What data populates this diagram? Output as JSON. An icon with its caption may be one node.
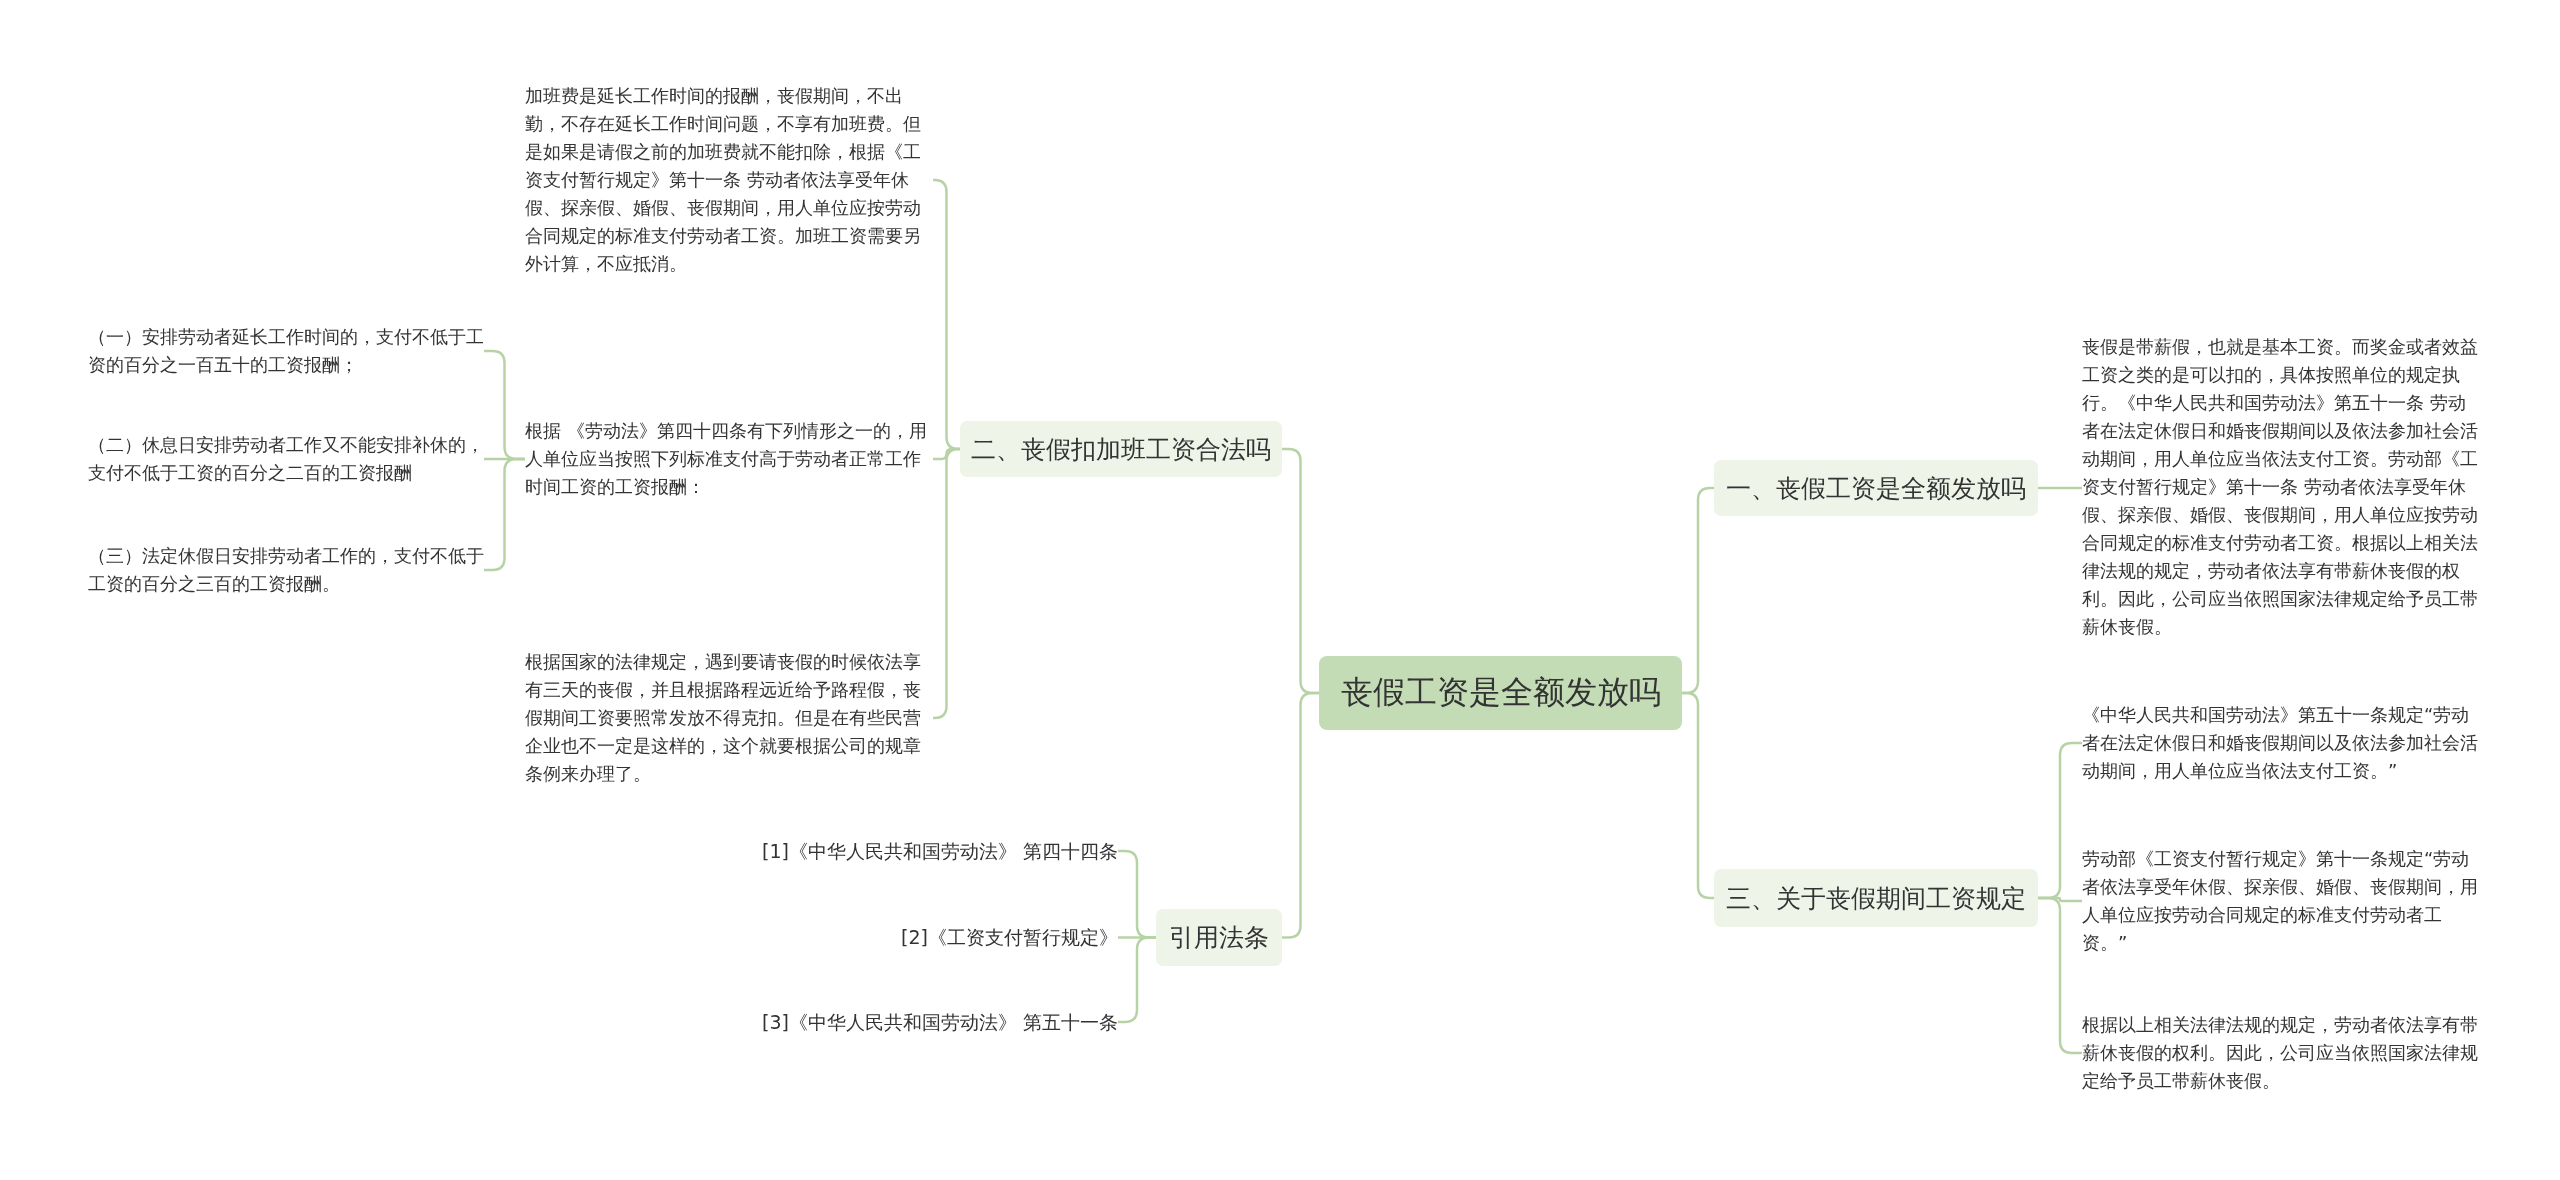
{
  "diagram": {
    "nodes": [
      {
        "text": [
          "丧假工资是全额发放吗"
        ]
      },
      {
        "text": [
          "二、丧假扣加班工资合法吗"
        ]
      },
      {
        "text": [
          "加班费是延长工作时间的报酬，丧假期间，不出勤，不存在延长工作时间问题，不享有加班费。但是如果是请假之前的加班费就不能扣除，根据《工资支付暂行规定》第十一条 劳动者依法享受年休假、探亲假、婚假、丧假期间，用人单位应按劳动合同规定的标准支付劳动者工资。加班工资需要另外计算，不应抵消。"
        ]
      },
      {
        "text": [
          "根据 《劳动法》第四十四条有下列情形之一的，用人单位应当按照下列标准支付高于劳动者正常工作时间工资的工资报酬："
        ]
      },
      {
        "text": [
          "（一）安排劳动者延长工作时间的，支付不低于工资的百分之一百五十的工资报酬；"
        ]
      },
      {
        "text": [
          "（二）休息日安排劳动者工作又不能安排补休的，支付不低于工资的百分之二百的工资报酬"
        ]
      },
      {
        "text": [
          "（三）法定休假日安排劳动者工作的，支付不低于工资的百分之三百的工资报酬。"
        ]
      },
      {
        "text": [
          "根据国家的法律规定，遇到要请丧假的时候依法享有三天的丧假，并且根据路程远近给予路程假，丧假期间工资要照常发放不得克扣。但是在有些民营企业也不一定是这样的，这个就要根据公司的规章条例来办理了。"
        ]
      },
      {
        "text": [
          "引用法条"
        ]
      },
      {
        "text": [
          "[1]《中华人民共和国劳动法》 第四十四条"
        ]
      },
      {
        "text": [
          "[2]《工资支付暂行规定》"
        ]
      },
      {
        "text": [
          "[3]《中华人民共和国劳动法》 第五十一条"
        ]
      },
      {
        "text": [
          "一、丧假工资是全额发放吗"
        ]
      },
      {
        "text": [
          "丧假是带薪假，也就是基本工资。而奖金或者效益工资之类的是可以扣的，具体按照单位的规定执行。《中华人民共和国劳动法》第五十一条 劳动者在法定休假日和婚丧假期间以及依法参加社会活动期间，用人单位应当依法支付工资。劳动部《工资支付暂行规定》第十一条 劳动者依法享受年休假、探亲假、婚假、丧假期间，用人单位应按劳动合同规定的标准支付劳动者工资。根据以上相关法律法规的规定，劳动者依法享有带薪休丧假的权利。因此，公司应当依照国家法律规定给予员工带薪休丧假。"
        ]
      },
      {
        "text": [
          "三、关于丧假期间工资规定"
        ]
      },
      {
        "text": [
          "《中华人民共和国劳动法》第五十一条规定“劳动者在法定休假日和婚丧假期间以及依法参加社会活动期间，用人单位应当依法支付工资。”"
        ]
      },
      {
        "text": [
          "劳动部《工资支付暂行规定》第十一条规定“劳动者依法享受年休假、探亲假、婚假、丧假期间，用人单位应按劳动合同规定的标准支付劳动者工资。”"
        ]
      },
      {
        "text": [
          "根据以上相关法律法规的规定，劳动者依法享有带薪休丧假的权利。因此，公司应当依照国家法律规定给予员工带薪休丧假。"
        ]
      }
    ],
    "edges": [
      {
        "from": 0,
        "to": 1,
        "arrow": "none"
      },
      {
        "from": 0,
        "to": 8,
        "arrow": "none"
      },
      {
        "from": 0,
        "to": 12,
        "arrow": "none"
      },
      {
        "from": 0,
        "to": 14,
        "arrow": "none"
      },
      {
        "from": 1,
        "to": 2,
        "arrow": "none"
      },
      {
        "from": 1,
        "to": 3,
        "arrow": "none"
      },
      {
        "from": 1,
        "to": 7,
        "arrow": "none"
      },
      {
        "from": 3,
        "to": 4,
        "arrow": "none"
      },
      {
        "from": 3,
        "to": 5,
        "arrow": "none"
      },
      {
        "from": 3,
        "to": 6,
        "arrow": "none"
      },
      {
        "from": 8,
        "to": 9,
        "arrow": "none"
      },
      {
        "from": 8,
        "to": 10,
        "arrow": "none"
      },
      {
        "from": 8,
        "to": 11,
        "arrow": "none"
      },
      {
        "from": 12,
        "to": 13,
        "arrow": "none"
      },
      {
        "from": 14,
        "to": 15,
        "arrow": "none"
      },
      {
        "from": 14,
        "to": 16,
        "arrow": "none"
      },
      {
        "from": 14,
        "to": 17,
        "arrow": "none"
      }
    ]
  }
}
